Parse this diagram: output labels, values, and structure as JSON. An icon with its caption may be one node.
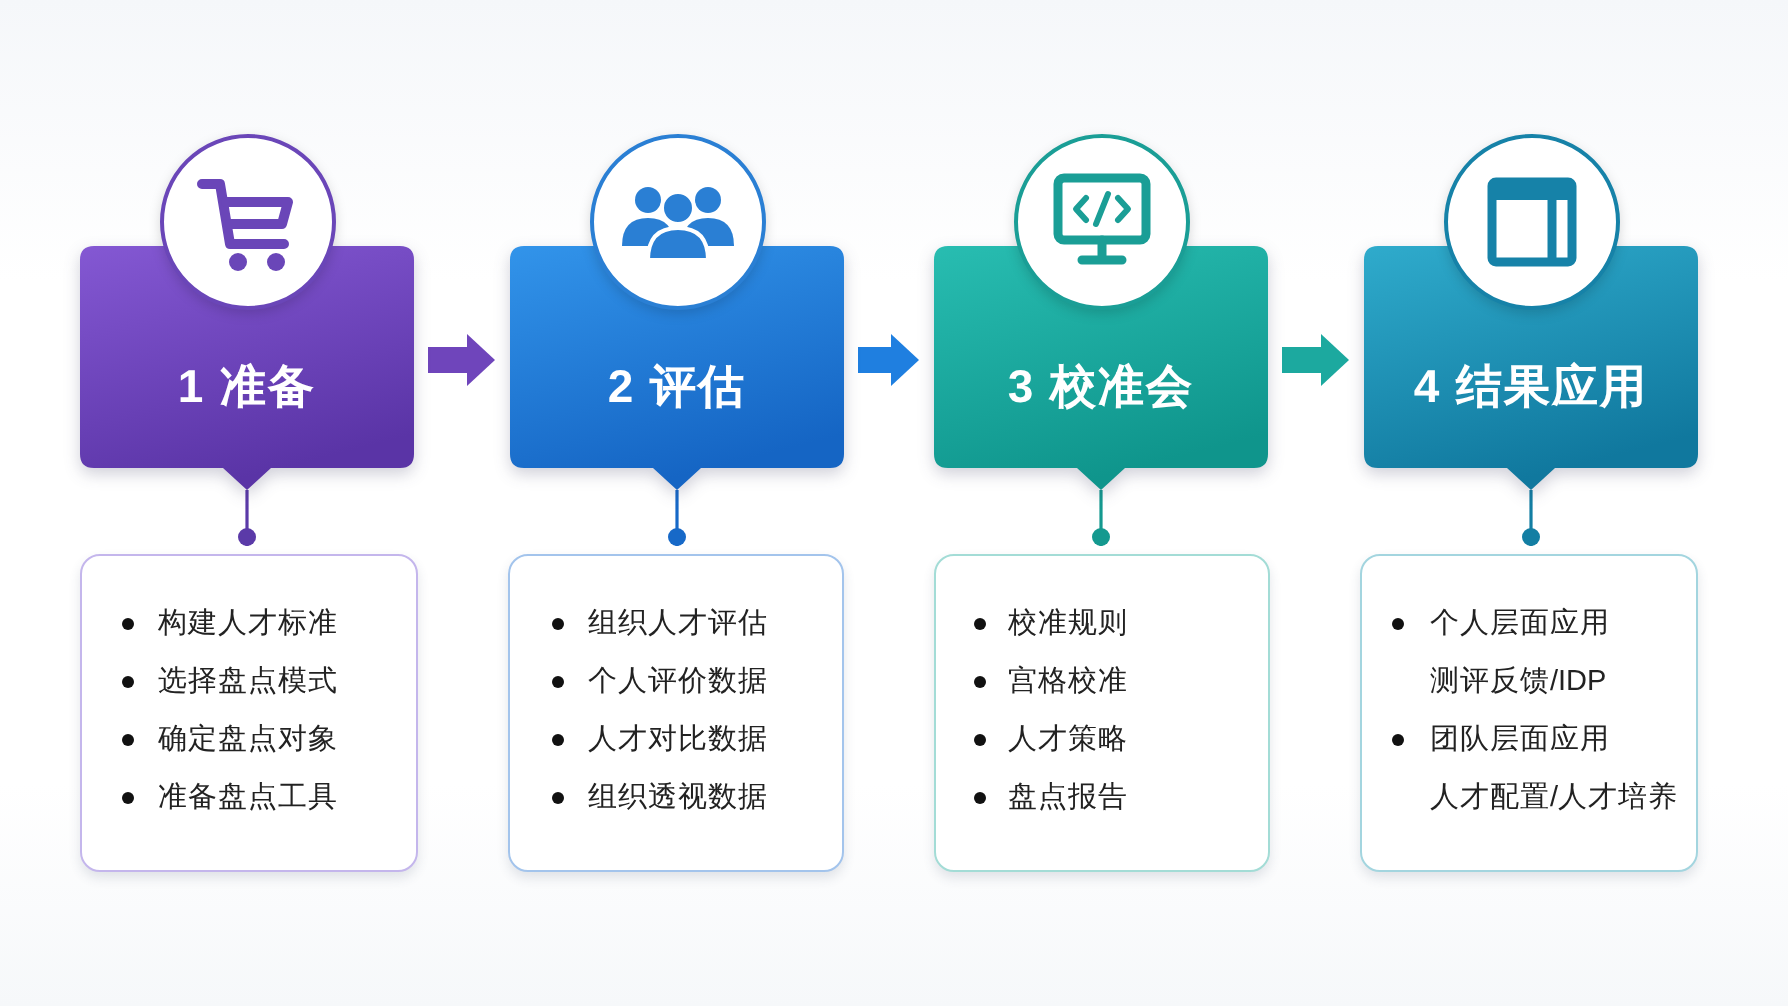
{
  "diagram": {
    "nodes": [
      {
        "text": [
          "1 准备"
        ]
      },
      {
        "text": [
          "2 评估"
        ]
      },
      {
        "text": [
          "3 校准会"
        ]
      },
      {
        "text": [
          "4 结果应用"
        ]
      },
      {
        "text": [
          "构建人才标准",
          "选择盘点模式",
          "确定盘点对象",
          "准备盘点工具"
        ]
      },
      {
        "text": [
          "组织人才评估",
          "个人评价数据",
          "人才对比数据",
          "组织透视数据"
        ]
      },
      {
        "text": [
          "校准规则",
          "宫格校准",
          "人才策略",
          "盘点报告"
        ]
      },
      {
        "text": [
          "个人层面应用",
          "测评反馈/IDP",
          "团队层面应用",
          "人才配置/人才培养"
        ]
      }
    ],
    "edges": [
      {
        "from": 0,
        "to": 1,
        "arrow": "to",
        "style": "thick",
        "color": "#6f45bb"
      },
      {
        "from": 1,
        "to": 2,
        "arrow": "to",
        "style": "thick",
        "color": "#1f7fe0"
      },
      {
        "from": 2,
        "to": 3,
        "arrow": "to",
        "style": "thick",
        "color": "#1ca99f"
      },
      {
        "from": 0,
        "to": 4,
        "arrow": "other",
        "color": "#5b3aa8"
      },
      {
        "from": 1,
        "to": 5,
        "arrow": "other",
        "color": "#1769c8"
      },
      {
        "from": 2,
        "to": 6,
        "arrow": "other",
        "color": "#14998f"
      },
      {
        "from": 3,
        "to": 7,
        "arrow": "other",
        "color": "#137ea3"
      }
    ]
  }
}
